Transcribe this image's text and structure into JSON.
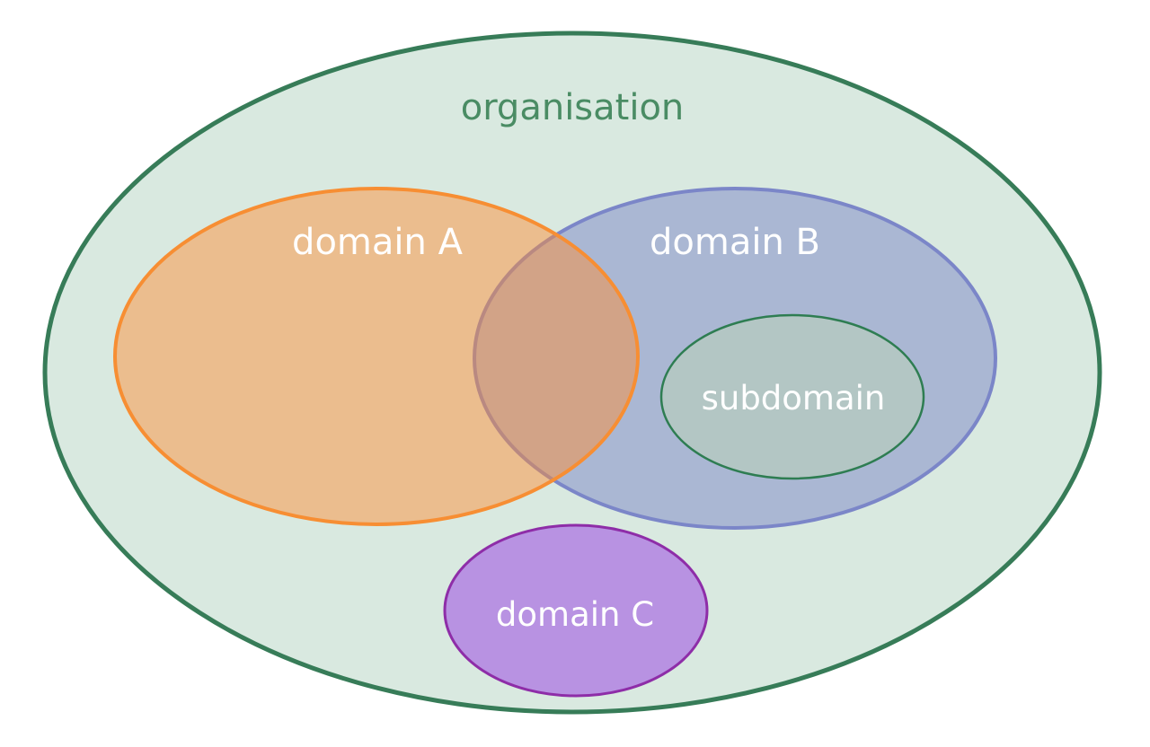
{
  "diagram": {
    "type": "venn-euler",
    "background": "#ffffff",
    "sets": [
      {
        "id": "organisation",
        "label": "organisation",
        "fill": "#d9e9e0",
        "stroke": "#377c58",
        "label_color": "#4a8c64",
        "contains": [
          "domain A",
          "domain B",
          "domain C",
          "subdomain"
        ]
      },
      {
        "id": "domain-b",
        "label": "domain B",
        "fill": "#7b86c5",
        "stroke": "#7b86c8",
        "label_color": "#ffffff",
        "contains": [
          "subdomain"
        ],
        "overlaps_with": [
          "domain A"
        ]
      },
      {
        "id": "domain-a",
        "label": "domain A",
        "fill": "#ff8c30",
        "stroke": "#f78e33",
        "label_color": "#ffffff",
        "overlaps_with": [
          "domain B"
        ],
        "overlap_rendered_color": "#d2a687"
      },
      {
        "id": "subdomain",
        "label": "subdomain",
        "fill": "#bbd6b6",
        "stroke": "#2e7d52",
        "label_color": "#ffffff",
        "parent": "domain B"
      },
      {
        "id": "domain-c",
        "label": "domain C",
        "fill": "#b892e2",
        "stroke": "#8e2da8",
        "label_color": "#ffffff",
        "overlaps_with": []
      }
    ]
  }
}
